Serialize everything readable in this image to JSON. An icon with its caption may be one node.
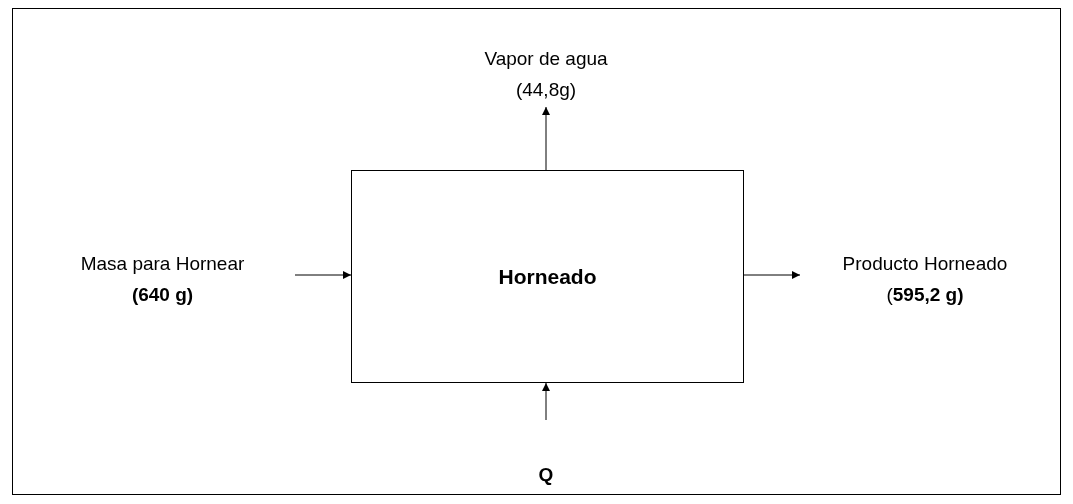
{
  "diagram": {
    "nodes": [
      {
        "text": [
          "Horneado"
        ]
      },
      {
        "text": [
          "Masa para Hornear",
          "(640 g)"
        ]
      },
      {
        "text": [
          "Producto Horneado",
          "(**595,2 g)**"
        ]
      },
      {
        "text": [
          "Vapor de agua",
          "(44,8g)"
        ]
      },
      {
        "text": [
          "Q"
        ]
      }
    ],
    "edges": [
      {
        "from": 1,
        "to": 0,
        "arrow": "to"
      },
      {
        "from": 0,
        "to": 2,
        "arrow": "to"
      },
      {
        "from": 0,
        "to": 3,
        "arrow": "to"
      },
      {
        "from": 4,
        "to": 0,
        "arrow": "to"
      }
    ]
  }
}
